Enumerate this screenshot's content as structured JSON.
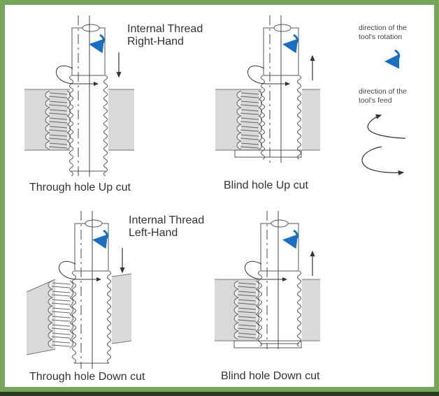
{
  "colors": {
    "frame": "#76a55c",
    "rotation_arrow": "#1a6fc0",
    "workpiece_fill": "#d9d9d9",
    "line": "#555555"
  },
  "groups": [
    {
      "title_line1": "Internal Thread",
      "title_line2": "Right-Hand"
    },
    {
      "title_line1": "Internal Thread",
      "title_line2": "Left-Hand"
    }
  ],
  "diagrams": [
    {
      "caption": "Through hole Up cut",
      "hole": "through",
      "feed": "down"
    },
    {
      "caption": "Blind hole Up cut",
      "hole": "blind",
      "feed": "up"
    },
    {
      "caption": "Through hole Down cut",
      "hole": "through",
      "feed": "down"
    },
    {
      "caption": "Blind hole Down cut",
      "hole": "blind",
      "feed": "up"
    }
  ],
  "legend": {
    "rotation_line1": "direction of the",
    "rotation_line2": "tool's rotation",
    "feed_line1": "direction of the",
    "feed_line2": "tool's feed"
  }
}
